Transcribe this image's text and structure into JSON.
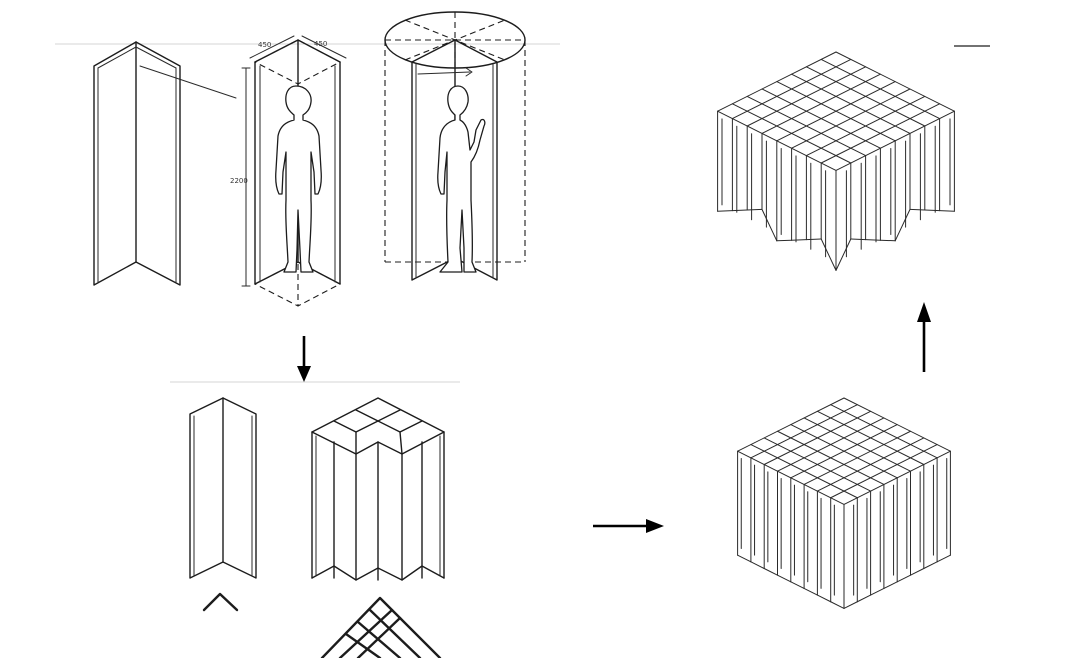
{
  "dimensions": {
    "width_a": "450",
    "width_b": "450",
    "height": "2200"
  },
  "arrows": {
    "top_to_bottom": "down",
    "left_to_right": "right",
    "bottom_to_top": "up"
  },
  "colors": {
    "ink": "#1c1c1c",
    "paper": "#ffffff",
    "arrow": "#000000"
  }
}
